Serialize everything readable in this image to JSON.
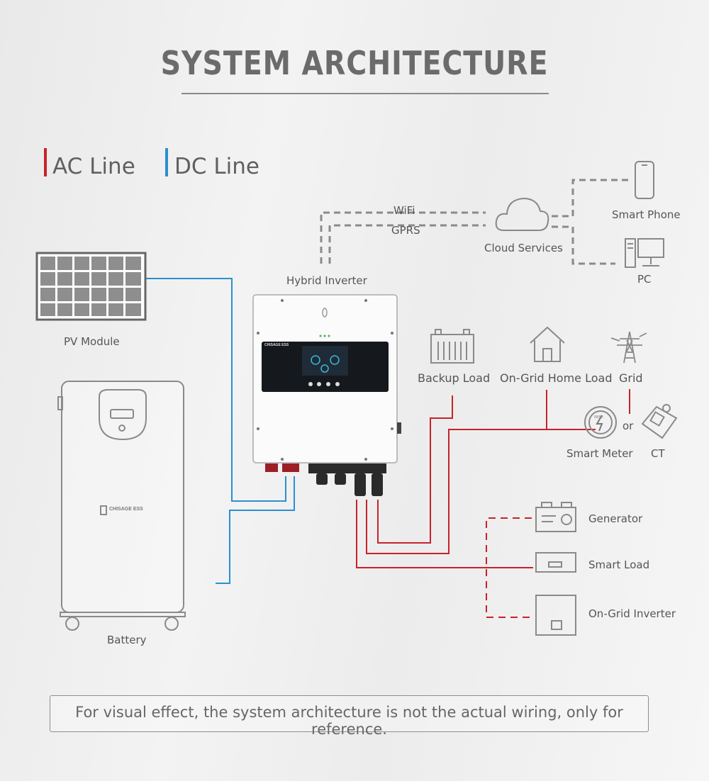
{
  "title": "SYSTEM ARCHITECTURE",
  "legend": {
    "ac": {
      "label": "AC Line",
      "color": "#c8222b"
    },
    "dc": {
      "label": "DC Line",
      "color": "#2b8fd0"
    }
  },
  "links": {
    "wifi": "WiFi",
    "gprs": "GPRS"
  },
  "nodes": {
    "cloud": "Cloud Services",
    "phone": "Smart Phone",
    "pc": "PC",
    "pv": "PV Module",
    "inverter": "Hybrid Inverter",
    "battery": "Battery",
    "backup_load": "Backup Load",
    "home_load": "On-Grid Home Load",
    "grid": "Grid",
    "smart_meter": "Smart Meter",
    "or": "or",
    "ct": "CT",
    "generator": "Generator",
    "smart_load": "Smart Load",
    "ongrid_inverter": "On-Grid Inverter"
  },
  "brand": {
    "inverter": "CHISAGE ESS",
    "battery": "CHISAGE ESS",
    "meter_digits": "8888"
  },
  "note": "For visual effect, the system architecture is not the actual wiring, only for reference."
}
